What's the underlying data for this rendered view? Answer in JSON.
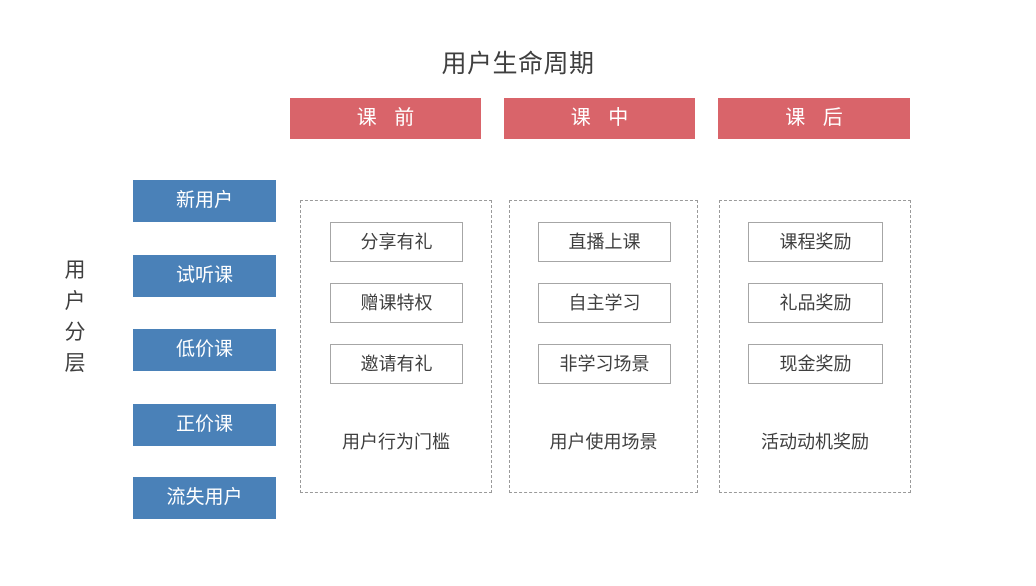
{
  "title": "用户生命周期",
  "colors": {
    "phase_header_bg": "#d9646a",
    "segment_bar_bg": "#4a81b8",
    "box_border": "#a6a6a6",
    "dashed_border": "#9a9a9a",
    "text": "#3f3f3f",
    "background": "#ffffff"
  },
  "segment_axis": {
    "label": "用户分层",
    "chars": [
      "用",
      "户",
      "分",
      "层"
    ]
  },
  "segments": [
    {
      "label": "新用户"
    },
    {
      "label": "试听课"
    },
    {
      "label": "低价课"
    },
    {
      "label": "正价课"
    },
    {
      "label": "流失用户"
    }
  ],
  "phases": [
    {
      "header": "课 前",
      "activities": [
        "分享有礼",
        "赠课特权",
        "邀请有礼"
      ],
      "footer": "用户行为门槛"
    },
    {
      "header": "课 中",
      "activities": [
        "直播上课",
        "自主学习",
        "非学习场景"
      ],
      "footer": "用户使用场景"
    },
    {
      "header": "课 后",
      "activities": [
        "课程奖励",
        "礼品奖励",
        "现金奖励"
      ],
      "footer": "活动动机奖励"
    }
  ]
}
